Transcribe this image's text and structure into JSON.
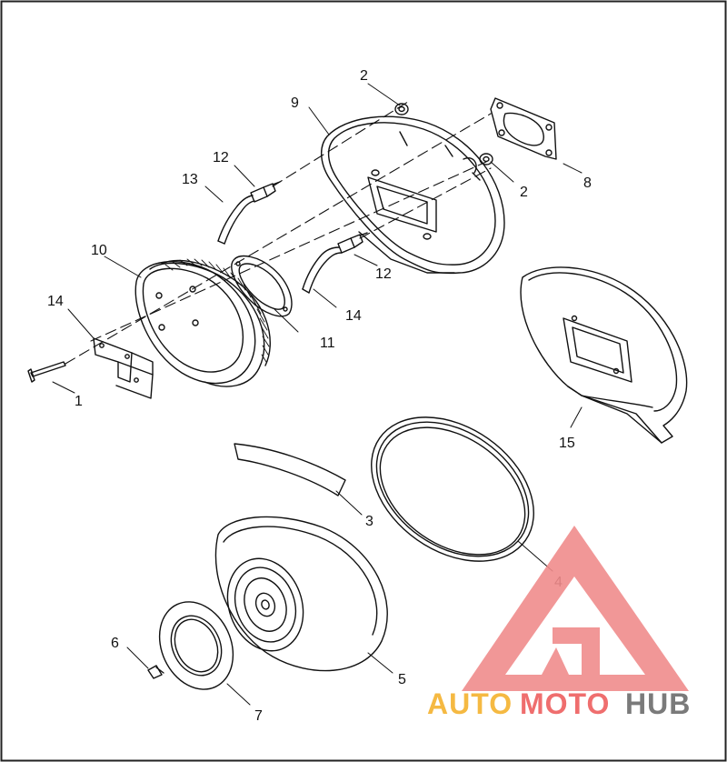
{
  "diagram": {
    "callouts": [
      {
        "id": "c1",
        "text": "1"
      },
      {
        "id": "c2a",
        "text": "2"
      },
      {
        "id": "c2b",
        "text": "2"
      },
      {
        "id": "c3",
        "text": "3"
      },
      {
        "id": "c4",
        "text": "4"
      },
      {
        "id": "c5",
        "text": "5"
      },
      {
        "id": "c6",
        "text": "6"
      },
      {
        "id": "c7",
        "text": "7"
      },
      {
        "id": "c8",
        "text": "8"
      },
      {
        "id": "c9",
        "text": "9"
      },
      {
        "id": "c10",
        "text": "10"
      },
      {
        "id": "c11",
        "text": "11"
      },
      {
        "id": "c12a",
        "text": "12"
      },
      {
        "id": "c12b",
        "text": "12"
      },
      {
        "id": "c13",
        "text": "13"
      },
      {
        "id": "c14a",
        "text": "14"
      },
      {
        "id": "c14b",
        "text": "14"
      },
      {
        "id": "c15",
        "text": "15"
      }
    ]
  },
  "watermark": {
    "word_auto": "AUTO",
    "word_moto": "MOTO",
    "word_hub": "HUB",
    "colors": {
      "triangle": "#f08c8c",
      "auto": "#f5b942",
      "moto": "#ef6e6e",
      "hub": "#7a7a7a"
    }
  }
}
